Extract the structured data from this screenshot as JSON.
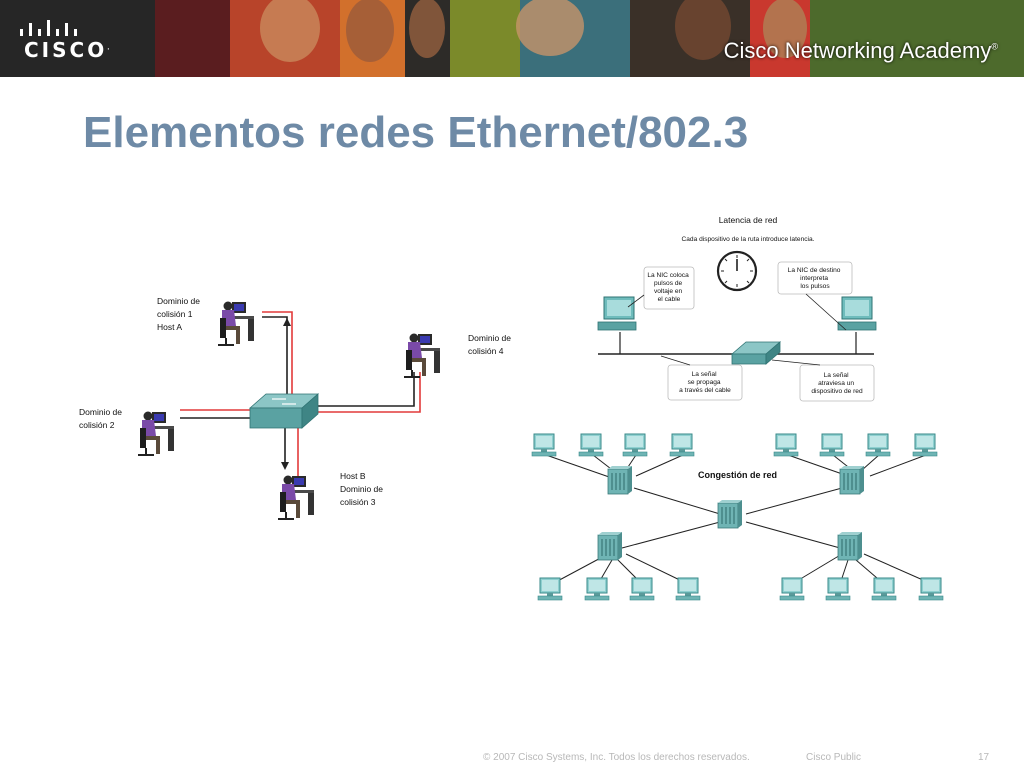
{
  "header": {
    "logo_text": "CISCO",
    "logo_tm": ".",
    "academy_name": "Cisco Networking Academy",
    "academy_mark": "®"
  },
  "slide": {
    "title": "Elementos redes Ethernet/802.3"
  },
  "collision_diagram": {
    "host_a_label": [
      "Dominio de",
      "colisión 1",
      "Host A"
    ],
    "domain_4_label": [
      "Dominio de",
      "colisión 4"
    ],
    "domain_2_label": [
      "Dominio de",
      "colisión 2"
    ],
    "host_b_label": [
      "Host B",
      "Dominio de",
      "colisión 3"
    ],
    "cable_color": "#e23a3a",
    "switch_color": "#4d9a9a"
  },
  "latency_diagram": {
    "title": "Latencia de red",
    "subtitle": "Cada dispositivo de la ruta introduce latencia.",
    "callout_nic_source": [
      "La NIC coloca",
      "pulsos de",
      "voltaje en",
      "el cable"
    ],
    "callout_nic_dest": [
      "La NIC de destino",
      "interpreta",
      "los pulsos"
    ],
    "callout_signal_cable": [
      "La señal",
      "se propaga",
      "a través del cable"
    ],
    "callout_signal_device": [
      "La señal",
      "atraviesa un",
      "dispositivo de red"
    ]
  },
  "congestion_diagram": {
    "title": "Congestión de red"
  },
  "footer": {
    "copyright": "© 2007 Cisco Systems, Inc. Todos los derechos reservados.",
    "classification": "Cisco Public",
    "page_number": "17"
  }
}
